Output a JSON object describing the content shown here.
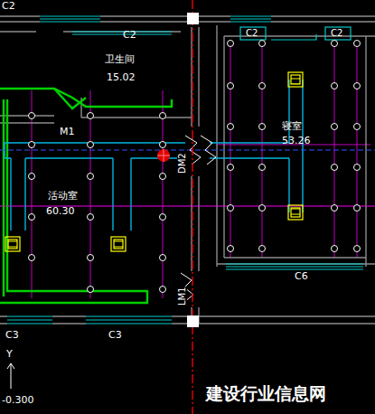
{
  "diagram": {
    "labels": [
      "C2",
      "C2",
      "卫生间",
      "15.02",
      "M1",
      "活动室",
      "60.30",
      "C2",
      "C2",
      "寝室",
      "53.26",
      "DM2",
      "LM1",
      "C6",
      "C3",
      "C3",
      "Y",
      "-0.300",
      "建设行业信息网"
    ]
  }
}
